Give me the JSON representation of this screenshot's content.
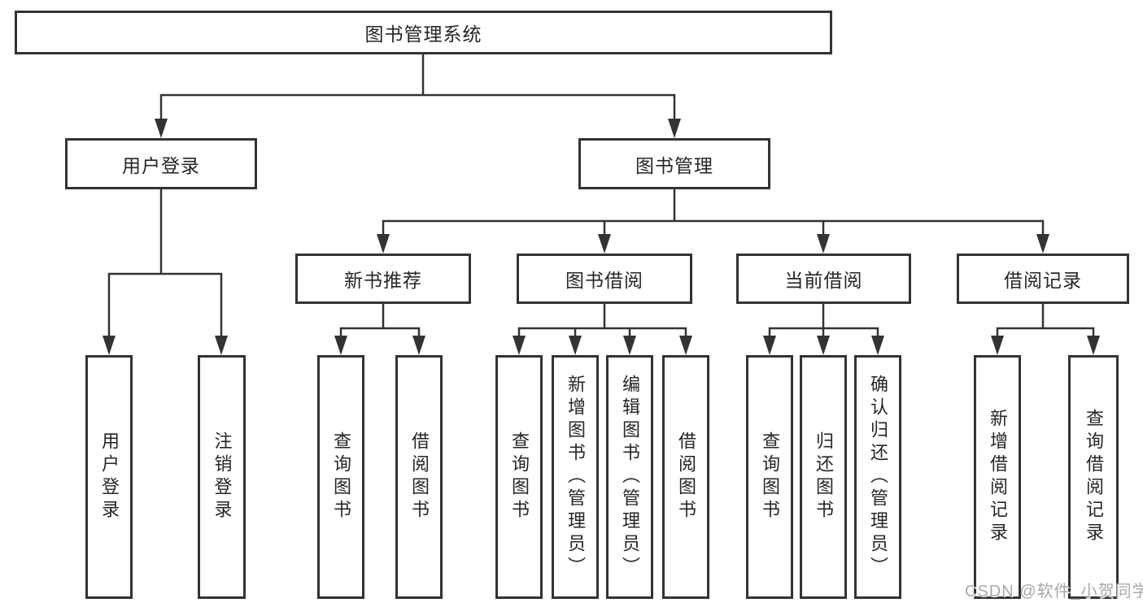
{
  "tree": {
    "root": "图书管理系统",
    "branches": [
      {
        "label": "用户登录",
        "children": [
          "用户登录",
          "注销登录"
        ]
      },
      {
        "label": "图书管理",
        "sections": [
          {
            "label": "新书推荐",
            "children": [
              "查询图书",
              "借阅图书"
            ]
          },
          {
            "label": "图书借阅",
            "children": [
              "查询图书",
              "新增图书（管理员）",
              "编辑图书（管理员）",
              "借阅图书"
            ]
          },
          {
            "label": "当前借阅",
            "children": [
              "查询图书",
              "归还图书",
              "确认归还（管理员）"
            ]
          },
          {
            "label": "借阅记录",
            "children": [
              "新增借阅记录",
              "查询借阅记录"
            ]
          }
        ]
      }
    ]
  },
  "colors": {
    "line": "#333333",
    "text": "#262626",
    "watermark": "#a9a9a9"
  },
  "watermark": "CSDN @软件_小贺同学"
}
